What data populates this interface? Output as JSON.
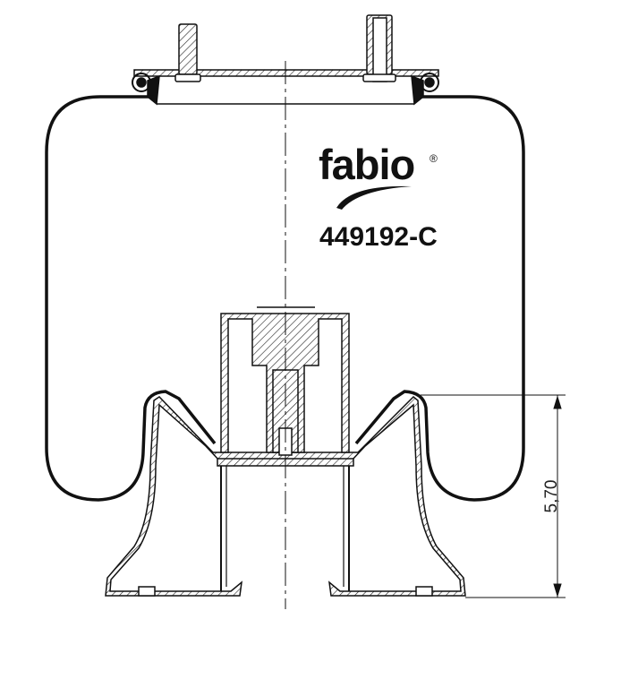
{
  "brand": {
    "name": "fabio",
    "registered_mark": "®"
  },
  "part_number": "449192-C",
  "dimension": {
    "height_label": "5,70"
  },
  "colors": {
    "line": "#111111",
    "background": "#ffffff"
  }
}
